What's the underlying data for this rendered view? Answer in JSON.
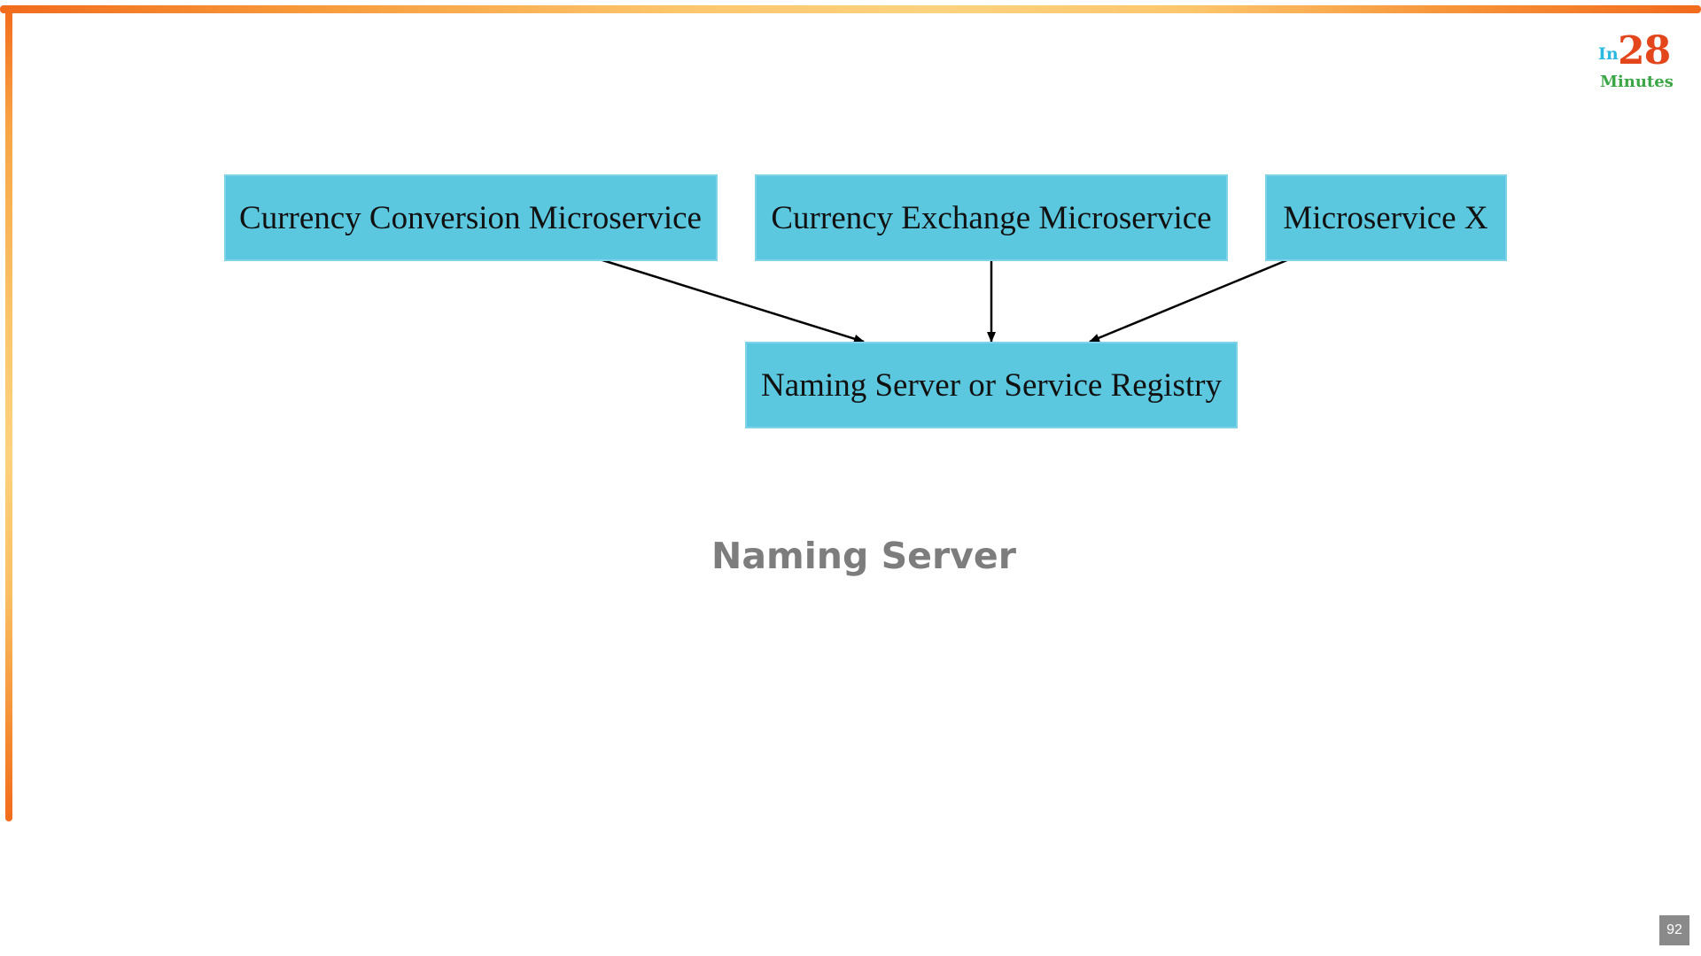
{
  "logo": {
    "prefix": "In",
    "number": "28",
    "suffix": "Minutes"
  },
  "diagram": {
    "nodes": [
      {
        "id": "currency-conversion",
        "label": "Currency Conversion Microservice"
      },
      {
        "id": "currency-exchange",
        "label": "Currency Exchange Microservice"
      },
      {
        "id": "microservice-x",
        "label": "Microservice X"
      },
      {
        "id": "naming-server",
        "label": "Naming Server or Service Registry"
      }
    ],
    "edges": [
      {
        "from": "currency-conversion",
        "to": "naming-server"
      },
      {
        "from": "currency-exchange",
        "to": "naming-server"
      },
      {
        "from": "microservice-x",
        "to": "naming-server"
      }
    ],
    "node_color": "#5bc8e0",
    "edge_color": "#000000"
  },
  "caption": "Naming Server",
  "page_number": "92",
  "colors": {
    "frame_orange": "#f26b1d",
    "frame_yellow": "#fcc66d",
    "caption_gray": "#7d7d7d"
  }
}
